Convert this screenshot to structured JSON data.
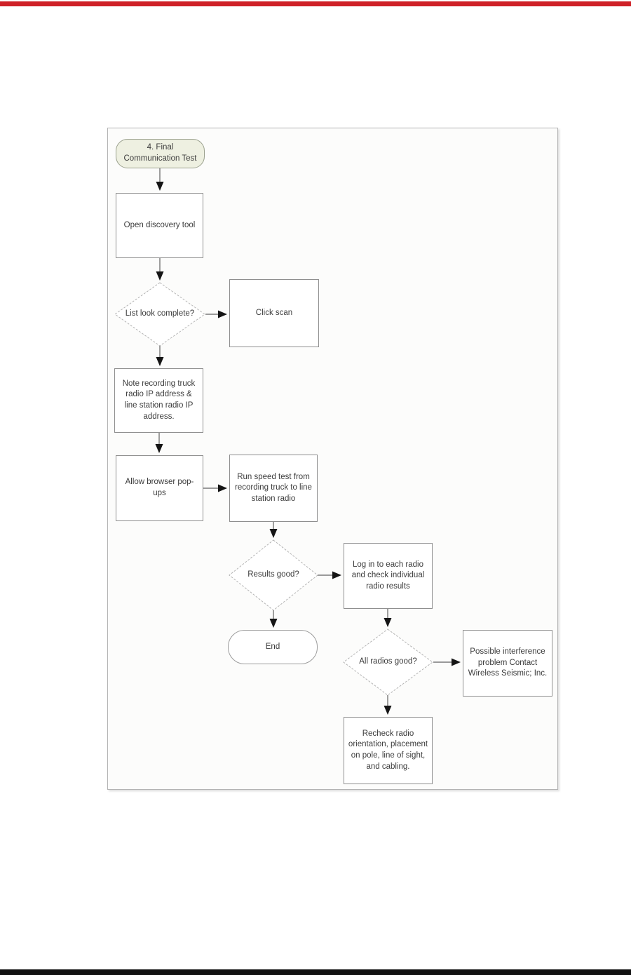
{
  "page": {
    "top_bar_color": "#cf2127",
    "bottom_bar_color": "#121212"
  },
  "flowchart": {
    "title": "4. Final Communication Test",
    "nodes": [
      {
        "id": "start",
        "type": "terminator",
        "label": "4. Final Communication Test"
      },
      {
        "id": "open-discovery",
        "type": "process",
        "label": "Open discovery tool"
      },
      {
        "id": "list-look-complete",
        "type": "decision",
        "label": "List look complete?"
      },
      {
        "id": "click-scan",
        "type": "process",
        "label": "Click scan"
      },
      {
        "id": "note-ip",
        "type": "process",
        "label": "Note recording truck radio IP address & line station radio IP address."
      },
      {
        "id": "allow-popups",
        "type": "process",
        "label": "Allow browser pop-ups"
      },
      {
        "id": "run-speed-test",
        "type": "process",
        "label": "Run speed test from recording truck to line station radio"
      },
      {
        "id": "results-good",
        "type": "decision",
        "label": "Results good?"
      },
      {
        "id": "login-radios",
        "type": "process",
        "label": "Log in to each radio and check individual radio results"
      },
      {
        "id": "end",
        "type": "terminator",
        "label": "End"
      },
      {
        "id": "all-radios-good",
        "type": "decision",
        "label": "All radios good?"
      },
      {
        "id": "interference",
        "type": "process",
        "label": "Possible interference problem Contact Wireless Seismic; Inc."
      },
      {
        "id": "recheck",
        "type": "process",
        "label": "Recheck radio orientation, placement on pole, line of sight, and cabling."
      }
    ],
    "edges": [
      {
        "from": "start",
        "to": "open-discovery"
      },
      {
        "from": "open-discovery",
        "to": "list-look-complete"
      },
      {
        "from": "list-look-complete",
        "to": "click-scan"
      },
      {
        "from": "list-look-complete",
        "to": "note-ip"
      },
      {
        "from": "note-ip",
        "to": "allow-popups"
      },
      {
        "from": "allow-popups",
        "to": "run-speed-test"
      },
      {
        "from": "run-speed-test",
        "to": "results-good"
      },
      {
        "from": "results-good",
        "to": "login-radios"
      },
      {
        "from": "results-good",
        "to": "end"
      },
      {
        "from": "login-radios",
        "to": "all-radios-good"
      },
      {
        "from": "all-radios-good",
        "to": "interference"
      },
      {
        "from": "all-radios-good",
        "to": "recheck"
      }
    ]
  }
}
